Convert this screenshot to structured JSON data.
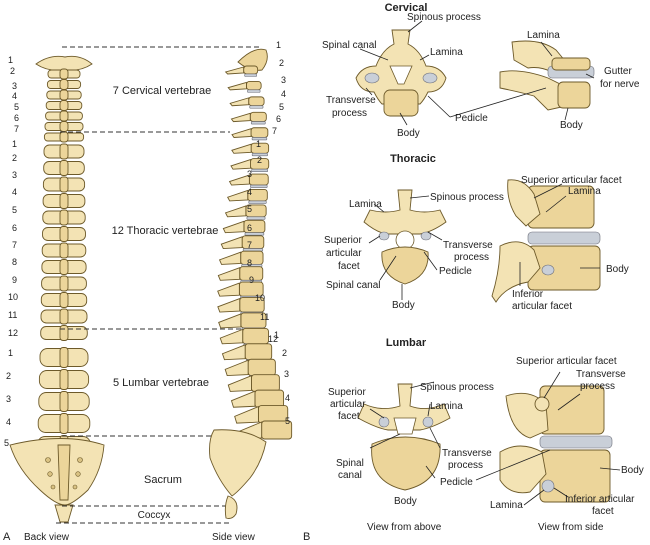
{
  "panel_a": {
    "letter": "A",
    "regions": {
      "cervical": "7 Cervical vertebrae",
      "thoracic": "12 Thoracic vertebrae",
      "lumbar": "5 Lumbar vertebrae",
      "sacrum": "Sacrum",
      "coccyx": "Coccyx"
    },
    "back_numbers": {
      "cervical": [
        "1",
        "2",
        "3",
        "4",
        "5",
        "6",
        "7"
      ],
      "thoracic": [
        "1",
        "2",
        "3",
        "4",
        "5",
        "6",
        "7",
        "8",
        "9",
        "10",
        "11",
        "12"
      ],
      "lumbar": [
        "1",
        "2",
        "3",
        "4",
        "5"
      ]
    },
    "side_numbers": {
      "cervical": [
        "1",
        "2",
        "3",
        "4",
        "5",
        "6",
        "7"
      ],
      "thoracic": [
        "1",
        "2",
        "3",
        "4",
        "5",
        "6",
        "7",
        "8",
        "9",
        "10",
        "11",
        "12"
      ],
      "lumbar": [
        "1",
        "2",
        "3",
        "4",
        "5"
      ]
    },
    "back_caption": "Back view",
    "side_caption": "Side view"
  },
  "panel_b": {
    "letter": "B",
    "cervical": {
      "title": "Cervical",
      "labels": {
        "spinous": "Spinous process",
        "spinal_canal": "Spinal canal",
        "lamina_top": "Lamina",
        "transverse_1": "Transverse",
        "transverse_2": "process",
        "body": "Body",
        "pedicle": "Pedicle",
        "lamina_side": "Lamina",
        "gutter_1": "Gutter",
        "gutter_2": "for nerve",
        "body_side": "Body"
      }
    },
    "thoracic": {
      "title": "Thoracic",
      "labels": {
        "lamina": "Lamina",
        "spinous": "Spinous process",
        "sup_art_1": "Superior",
        "sup_art_2": "articular",
        "sup_art_3": "facet",
        "transverse_1": "Transverse",
        "transverse_2": "process",
        "pedicle": "Pedicle",
        "spinal_canal": "Spinal canal",
        "body": "Body",
        "side_sup_art": "Superior articular facet",
        "side_lamina": "Lamina",
        "side_body": "Body",
        "inf_art_1": "Inferior",
        "inf_art_2": "articular facet"
      }
    },
    "lumbar": {
      "title": "Lumbar",
      "labels": {
        "sup_art_1": "Superior",
        "sup_art_2": "articular",
        "sup_art_3": "facet",
        "spinous": "Spinous process",
        "lamina": "Lamina",
        "spinal_1": "Spinal",
        "spinal_2": "canal",
        "transverse_1": "Transverse",
        "transverse_2": "process",
        "pedicle": "Pedicle",
        "body": "Body",
        "side_sup_art": "Superior articular facet",
        "side_transverse_1": "Transverse",
        "side_transverse_2": "process",
        "side_body": "Body",
        "side_lamina": "Lamina",
        "inf_art_1": "Inferior articular",
        "inf_art_2": "facet"
      }
    },
    "caption_above": "View from above",
    "caption_side": "View from side"
  }
}
